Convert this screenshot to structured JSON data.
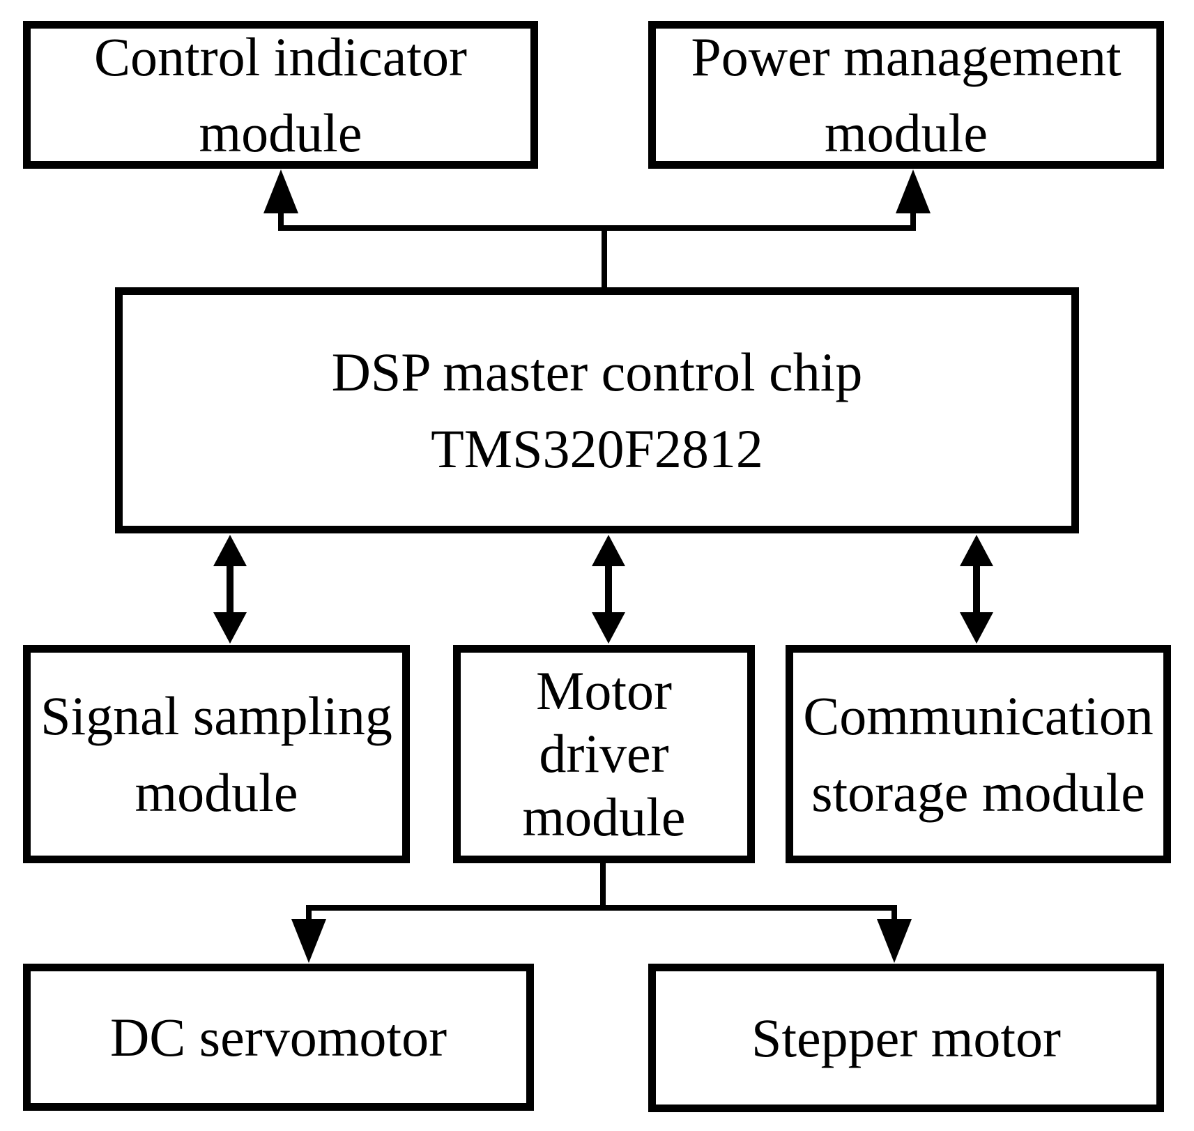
{
  "colors": {
    "foreground": "#000000",
    "background": "#ffffff"
  },
  "boxes": {
    "control_indicator": {
      "line1": "Control indicator",
      "line2": "module"
    },
    "power_management": {
      "line1": "Power management",
      "line2": "module"
    },
    "dsp_master": {
      "line1": "DSP master control chip",
      "line2": "TMS320F2812"
    },
    "signal_sampling": {
      "line1": "Signal sampling",
      "line2": "module"
    },
    "motor_driver": {
      "line1": "Motor",
      "line2": "driver",
      "line3": "module"
    },
    "communication_storage": {
      "line1": "Communication",
      "line2": "storage module"
    },
    "dc_servomotor": {
      "label": "DC servomotor"
    },
    "stepper_motor": {
      "label": "Stepper motor"
    }
  },
  "connections": [
    {
      "from": "DSP master control chip TMS320F2812",
      "to": "Control indicator module",
      "style": "arrow-up"
    },
    {
      "from": "DSP master control chip TMS320F2812",
      "to": "Power management module",
      "style": "arrow-up"
    },
    {
      "from": "DSP master control chip TMS320F2812",
      "to": "Signal sampling module",
      "style": "bidirectional"
    },
    {
      "from": "DSP master control chip TMS320F2812",
      "to": "Motor driver module",
      "style": "bidirectional"
    },
    {
      "from": "DSP master control chip TMS320F2812",
      "to": "Communication storage module",
      "style": "bidirectional"
    },
    {
      "from": "Motor driver module",
      "to": "DC servomotor",
      "style": "arrow-down"
    },
    {
      "from": "Motor driver module",
      "to": "Stepper motor",
      "style": "arrow-down"
    }
  ]
}
